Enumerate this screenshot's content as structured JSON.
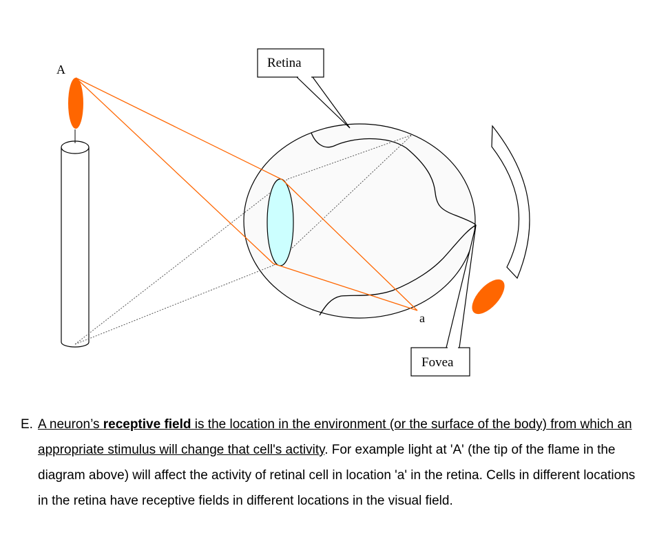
{
  "diagram": {
    "labels": {
      "flame_tip": "A",
      "retina_point": "a",
      "retina_callout": "Retina",
      "fovea_callout": "Fovea"
    },
    "colors": {
      "flame": "#ff6600",
      "light_ray": "#ff6600",
      "lens_fill": "#ccffff",
      "eye_fill": "#fafafa",
      "outline": "#000000"
    }
  },
  "caption": {
    "marker": "E.",
    "part1": "A neuron’s ",
    "term": "receptive field",
    "part2": " is the location in the environment (or the surface of the body) from which an appropriate stimulus will change that cell's activity",
    "rest": ". For example light at 'A' (the tip of the flame in the diagram above) will affect the activity of retinal cell in location 'a' in the retina. Cells in different locations in the retina have receptive fields in different locations in the visual field."
  }
}
